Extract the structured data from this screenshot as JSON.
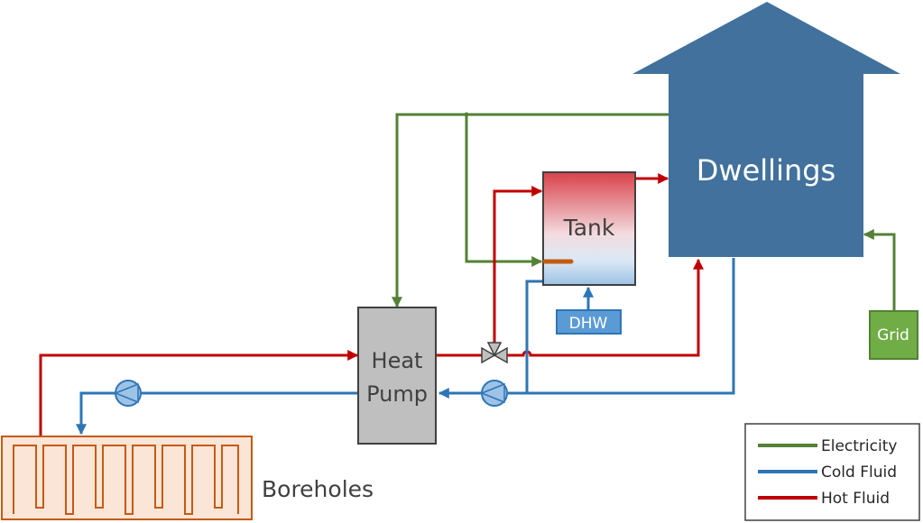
{
  "labels": {
    "dwellings": "Dwellings",
    "tank": "Tank",
    "dhw": "DHW",
    "heat_pump_line1": "Heat",
    "heat_pump_line2": "Pump",
    "grid": "Grid",
    "boreholes": "Boreholes"
  },
  "legend": {
    "items": [
      {
        "label": "Electricity",
        "color": "#538135"
      },
      {
        "label": "Cold Fluid",
        "color": "#2E75B6"
      },
      {
        "label": "Hot Fluid",
        "color": "#C00000"
      }
    ]
  },
  "colors": {
    "dwellings": "#41719C",
    "electricity": "#538135",
    "cold_fluid": "#2E75B6",
    "hot_fluid": "#C00000",
    "heat_pump": "#BFBFBF",
    "grid": "#70AD47",
    "dhw": "#5B9BD5",
    "boreholes": "#C55A11"
  }
}
